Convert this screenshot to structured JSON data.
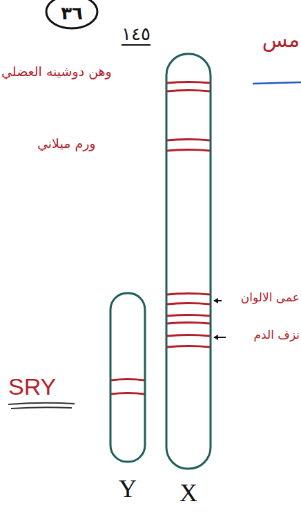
{
  "diagram": {
    "nodes": [
      {
        "text": [
          "٣٦"
        ]
      },
      {
        "text": [
          "X"
        ]
      },
      {
        "text": [
          "Y"
        ]
      }
    ],
    "labels": [
      "١٤٥",
      "مس",
      "وهن دوشينه العضلي",
      "ورم ميلاني",
      "عمى الالوان",
      "نزف الدم",
      "SRY"
    ]
  }
}
